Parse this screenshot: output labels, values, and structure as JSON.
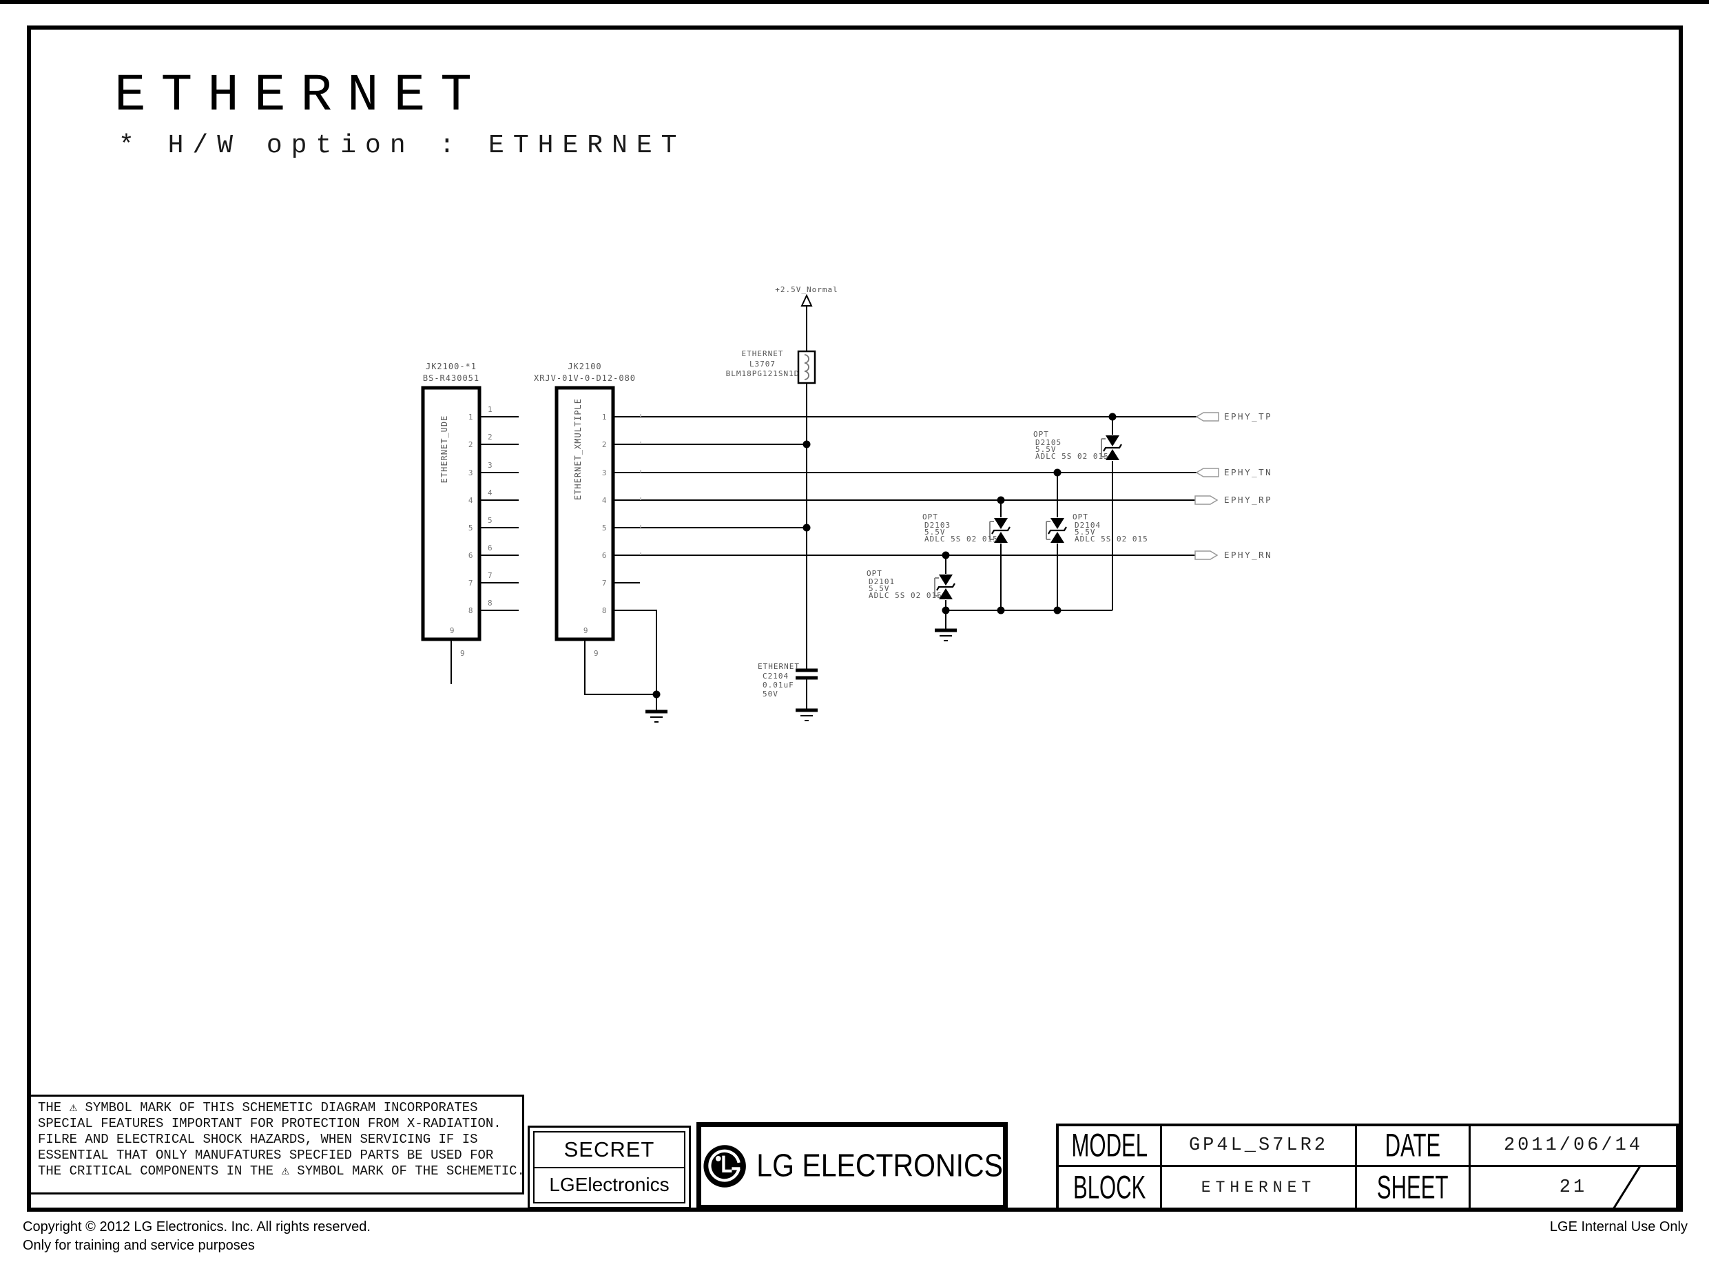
{
  "page": {
    "title": "ETHERNET",
    "subtitle": "* H/W option : ETHERNET"
  },
  "schematic": {
    "power_net": "+2.5V_Normal",
    "connectors": [
      {
        "ref": "JK2100-*1",
        "part": "BS-R430051",
        "name": "ETHERNET_UDE",
        "pins": [
          "1",
          "2",
          "3",
          "4",
          "5",
          "6",
          "7",
          "8"
        ],
        "pin9": "9"
      },
      {
        "ref": "JK2100",
        "part": "XRJV-01V-0-D12-080",
        "name": "ETHERNET_XMULTIPLE",
        "pins": [
          "1",
          "2",
          "3",
          "4",
          "5",
          "6",
          "7",
          "8"
        ],
        "pin9": "9"
      }
    ],
    "inductor": {
      "group": "ETHERNET",
      "ref": "L3707",
      "part": "BLM18PG121SN1D"
    },
    "capacitor": {
      "group": "ETHERNET",
      "ref": "C2104",
      "value": "0.01uF",
      "rating": "50V"
    },
    "diodes": [
      {
        "opt": "OPT",
        "ref": "D2101",
        "voltage": "5.5V",
        "part": "ADLC 5S 02 015"
      },
      {
        "opt": "OPT",
        "ref": "D2103",
        "voltage": "5.5V",
        "part": "ADLC 5S 02 015"
      },
      {
        "opt": "OPT",
        "ref": "D2104",
        "voltage": "5.5V",
        "part": "ADLC 5S 02 015"
      },
      {
        "opt": "OPT",
        "ref": "D2105",
        "voltage": "5.5V",
        "part": "ADLC 5S 02 015"
      }
    ],
    "net_labels": [
      "EPHY_TP",
      "EPHY_TN",
      "EPHY_RP",
      "EPHY_RN"
    ]
  },
  "warning": {
    "lines": [
      "THE ⚠ SYMBOL MARK OF THIS SCHEMETIC DIAGRAM INCORPORATES",
      "SPECIAL FEATURES IMPORTANT FOR PROTECTION FROM X-RADIATION.",
      "FILRE AND ELECTRICAL SHOCK HAZARDS, WHEN SERVICING IF IS",
      "ESSENTIAL THAT ONLY MANUFATURES SPECFIED PARTS BE USED FOR",
      "THE CRITICAL COMPONENTS IN THE ⚠ SYMBOL MARK OF THE SCHEMETIC."
    ]
  },
  "stamp": {
    "secret": "SECRET",
    "company": "LGElectronics"
  },
  "brand": {
    "name": "LG ELECTRONICS"
  },
  "titleblock": {
    "model_label": "MODEL",
    "model_value": "GP4L_S7LR2",
    "date_label": "DATE",
    "date_value": "2011/06/14",
    "block_label": "BLOCK",
    "block_value": "ETHERNET",
    "sheet_label": "SHEET",
    "sheet_value": "21"
  },
  "footer": {
    "copyright": "Copyright © 2012 LG Electronics. Inc. All rights reserved.",
    "training": "Only for training and service purposes",
    "internal": "LGE Internal Use Only"
  },
  "colors": {
    "ink": "#000000",
    "label": "#555555",
    "tag_outline": "#999999"
  }
}
